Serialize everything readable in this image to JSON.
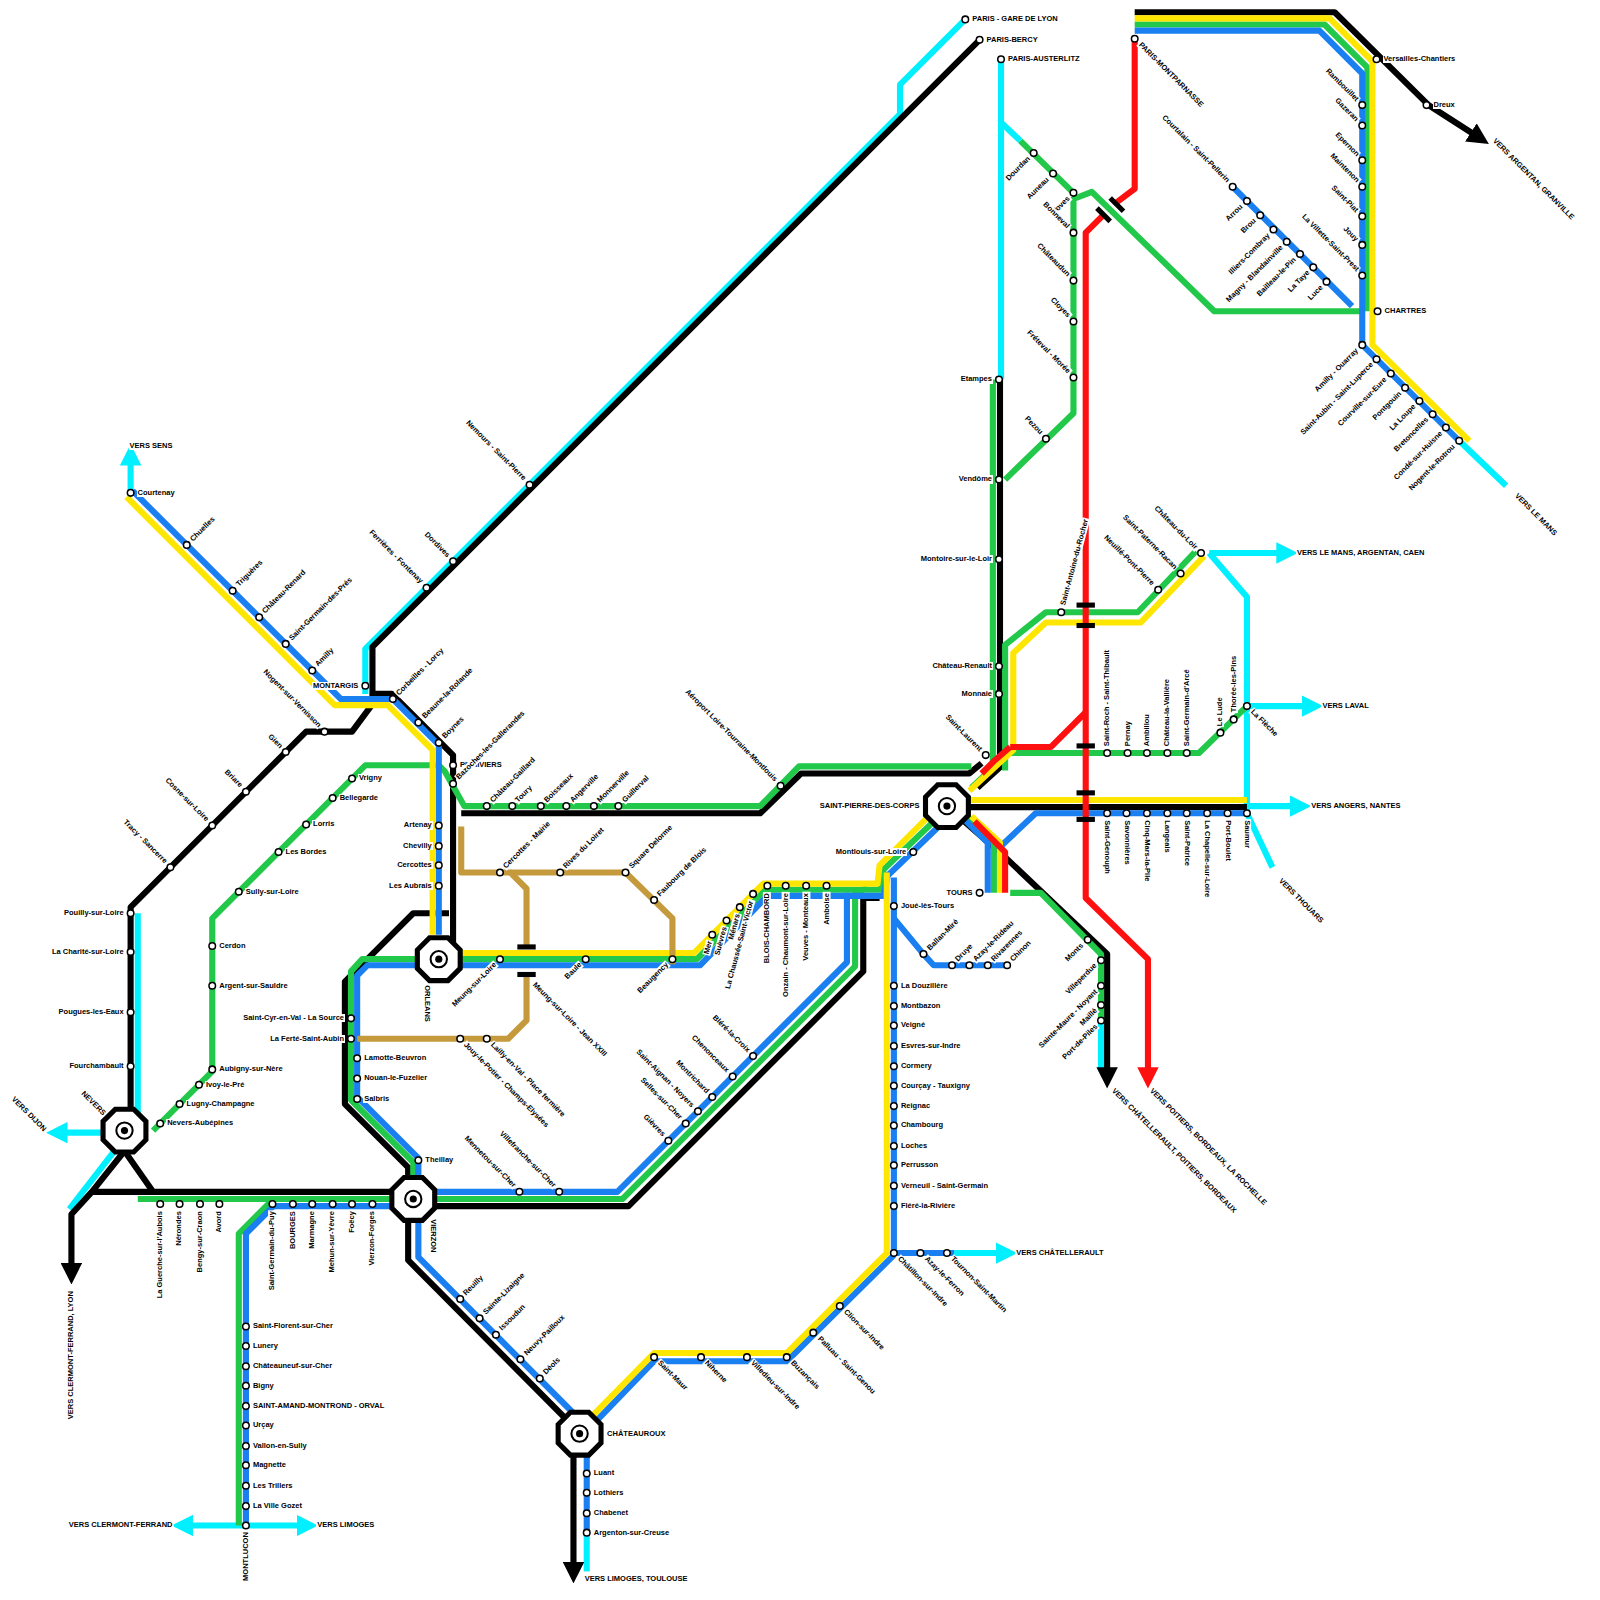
{
  "diagram": {
    "labels": [
      "PARIS - GARE DE LYON",
      "PARIS-BERCY",
      "PARIS-AUSTERLITZ",
      "PARIS-MONTPARNASSE",
      "Versailles-Chantiers",
      "Dreux",
      "VERS ARGENTAN, GRANVILLE",
      "Rambouillet",
      "Gazeran",
      "Epernon",
      "Maintenon",
      "Saint-Piat",
      "Jouy",
      "La Villette-Saint-Prest",
      "CHARTRES",
      "Courtalain - Saint-Pellerin",
      "Arrou",
      "Brou",
      "Illiers-Combray",
      "Magny - Blandainville",
      "Bailleau-le-Pin",
      "La Taye",
      "Luce",
      "Amilly - Ouarray",
      "Saint-Aubin - Saint-Luperce",
      "Courville-sur-Eure",
      "Pontgouin",
      "La Loupe",
      "Bretoncelles",
      "Condé-sur-Huisne",
      "Nogent-le-Rotrou",
      "VERS LE MANS",
      "Dourdan",
      "Auneau",
      "Voves",
      "Bonneval",
      "Châteaudun",
      "Cloyes",
      "Fréteval - Morée",
      "Pezou",
      "Etampes",
      "Vendôme",
      "Montoire-sur-le-Loir",
      "Château-Renault",
      "Monnaie",
      "Saint-Laurent",
      "SAINT-PIERRE-DES-CORPS",
      "Montlouis-sur-Loire",
      "TOURS",
      "Saint-Antoine-du-Rocher",
      "Neuillé-Pont-Pierre",
      "Saint-Paterne-Racan",
      "Château-du-Loir",
      "VERS LE MANS, ARGENTAN, CAEN",
      "Saint-Roch - Saint-Thibault",
      "Pernay",
      "Ambillou",
      "Château-la-Vallière",
      "Saint-Germain-d'Arcé",
      "Le Lude",
      "Thorée-les-Pins",
      "La Flèche",
      "VERS LAVAL",
      "Saint-Genouph",
      "Savonnières",
      "Cinq-Mars-la-Pile",
      "Langeais",
      "Saint-Patrice",
      "La Chapelle-sur-Loire",
      "Port-Boulet",
      "Saumur",
      "VERS ANGERS, NANTES",
      "VERS THOUARS",
      "Joué-lès-Tours",
      "Ballan-Miré",
      "Druye",
      "Azay-le-Rideau",
      "Rivarennes",
      "Chinon",
      "La Douzillère",
      "Montbazon",
      "Veigné",
      "Esvres-sur-Indre",
      "Cormery",
      "Courçay - Tauxigny",
      "Reignac",
      "Chambourg",
      "Loches",
      "Perrusson",
      "Verneuil - Saint-Germain",
      "Fléré-la-Rivière",
      "Châtillon-sur-Indre",
      "Azay-le-Ferron",
      "Tournon-Saint-Martin",
      "VERS CHÂTELLERAULT",
      "Clion-sur-Indre",
      "Palluau - Saint-Genou",
      "Buzançais",
      "Villedieu-sur-Indre",
      "Niherne",
      "Saint-Maur",
      "CHÂTEAUROUX",
      "Luant",
      "Lothiers",
      "Chabenet",
      "Argenton-sur-Creuse",
      "VERS LIMOGES, TOULOUSE",
      "Monts",
      "Villeperdue",
      "Sainte-Maure - Noyant",
      "Maillé",
      "Port-de-Piles",
      "VERS CHÂTELLERAULT, POITIERS, BORDEAUX",
      "VERS POITIERS, BORDEAUX, LA ROCHELLE",
      "Mer",
      "Suèvres",
      "Ménars",
      "La Chaussée-Saint-Victor",
      "BLOIS-CHAMBORD",
      "Onzain - Chaumont-sur-Loire",
      "Veuves - Monteaux",
      "Amboise",
      "ORLEANS",
      "Meung-sur-Loire",
      "Baule",
      "Beaugency",
      "Meung-sur-Loire - Jean XXIII",
      "Cercottes - Mairie",
      "Rives du Loiret",
      "Square Delorme",
      "Faubourg de Blois",
      "Lailly-en-Val - Place fermière",
      "Jouy-le-Potier - Champs-Elysées",
      "Saint-Cyr-en-Val - La Source",
      "La Ferté-Saint-Aubin",
      "Lamotte-Beuvron",
      "Nouan-le-Fuzelier",
      "Salbris",
      "Theillay",
      "VIERZON",
      "Mennetou-sur-Cher",
      "Villefranche-sur-Cher",
      "Gièvres",
      "Selles-sur-Cher",
      "Saint-Aignan - Noyers",
      "Montrichard",
      "Chenonceaux",
      "Bléré-la-Croix",
      "Artenay",
      "Chevilly",
      "Cercottes",
      "Les Aubrais",
      "Château-Gaillard",
      "Toury",
      "Boisseaux",
      "Angerville",
      "Monnerville",
      "Guillerval",
      "Aéroport Loire-Tourraine-Montlouis",
      "PITHIVIERS",
      "Bazoches-les-Gallerandes",
      "Boynes",
      "Beaune-la-Rolande",
      "Corbeilles - Lorcy",
      "MONTARGIS",
      "Nogent-sur-Vernisson",
      "Gien",
      "Briare",
      "Cosne-sur-Loire",
      "Tracy - Sancerre",
      "Pouilly-sur-Loire",
      "La Charité-sur-Loire",
      "Pougues-les-Eaux",
      "Fourchambault",
      "NEVERS",
      "Nevers-Aubépines",
      "Lugny-Champagne",
      "Ivoy-le-Pré",
      "Aubigny-sur-Nère",
      "Cerdon",
      "Argent-sur-Sauldre",
      "Sully-sur-Loire",
      "Les Bordes",
      "Lorris",
      "Bellegarde",
      "Vrigny",
      "VERS SENS",
      "Courtenay",
      "Chuelles",
      "Triguères",
      "Château-Renard",
      "Saint-Germain-des-Prés",
      "Amilly",
      "VERS DIJON",
      "VERS CLERMONT-FERRAND, LYON",
      "La Guerche-sur-l'Aubois",
      "Nérondes",
      "Bengy-sur-Craon",
      "Avord",
      "Saint-Germain-du-Puy",
      "BOURGES",
      "Marmagne",
      "Mehun-sur-Yèvre",
      "Foëcy",
      "Vierzon-Forges",
      "Saint-Florent-sur-Cher",
      "Lunery",
      "Châteauneuf-sur-Cher",
      "Bigny",
      "SAINT-AMAND-MONTROND - ORVAL",
      "Urçay",
      "Vallon-en-Sully",
      "Magnette",
      "Les Trillers",
      "La Ville Gozet",
      "MONTLUCON",
      "VERS CLERMONT-FERRAND",
      "VERS LIMOGES",
      "Reuilly",
      "Sainte-Lizaigne",
      "Issoudun",
      "Neuvy-Pailloux",
      "Déols",
      "Nemours - Saint-Pierre",
      "Dordives",
      "Ferrières - Fontenay"
    ]
  }
}
